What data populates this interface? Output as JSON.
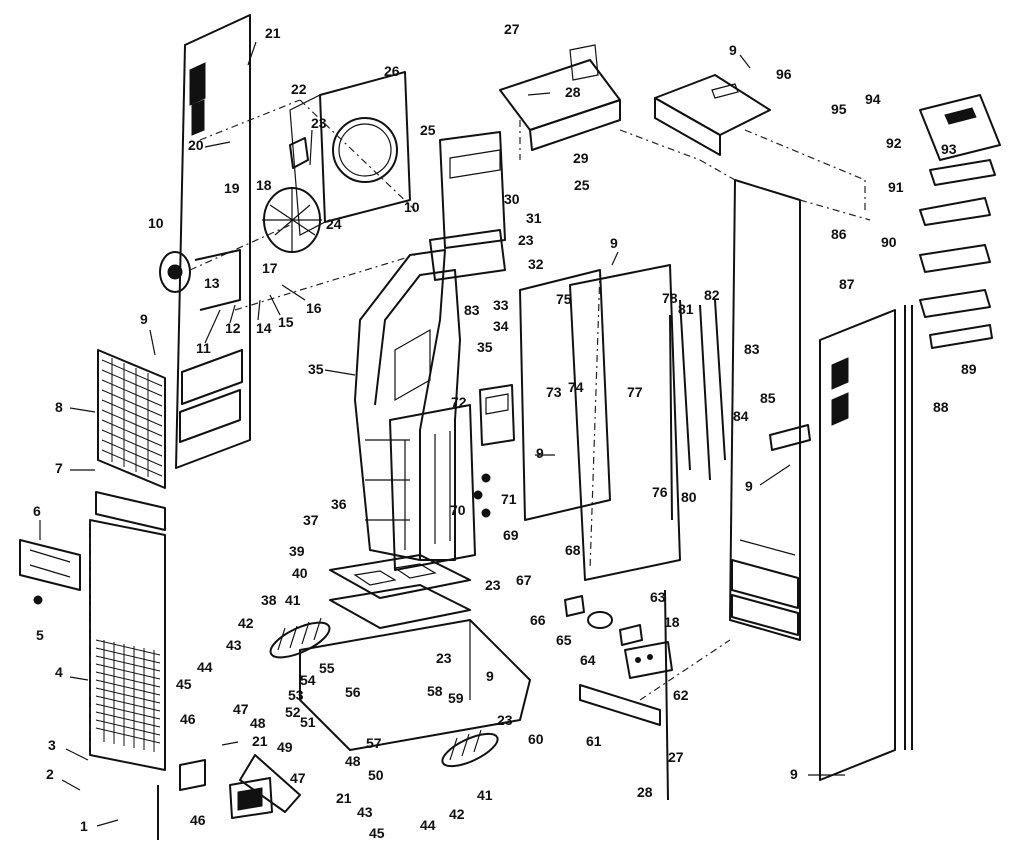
{
  "callouts": [
    {
      "id": "c1",
      "label": "1"
    },
    {
      "id": "c2",
      "label": "2"
    },
    {
      "id": "c3",
      "label": "3"
    },
    {
      "id": "c4",
      "label": "4"
    },
    {
      "id": "c5",
      "label": "5"
    },
    {
      "id": "c6",
      "label": "6"
    },
    {
      "id": "c7",
      "label": "7"
    },
    {
      "id": "c8",
      "label": "8"
    },
    {
      "id": "c9a",
      "label": "9"
    },
    {
      "id": "c9b",
      "label": "9"
    },
    {
      "id": "c9c",
      "label": "9"
    },
    {
      "id": "c9d",
      "label": "9"
    },
    {
      "id": "c9e",
      "label": "9"
    },
    {
      "id": "c9f",
      "label": "9"
    },
    {
      "id": "c9g",
      "label": "9"
    },
    {
      "id": "c10a",
      "label": "10"
    },
    {
      "id": "c10b",
      "label": "10"
    },
    {
      "id": "c11",
      "label": "11"
    },
    {
      "id": "c12",
      "label": "12"
    },
    {
      "id": "c13",
      "label": "13"
    },
    {
      "id": "c14",
      "label": "14"
    },
    {
      "id": "c15",
      "label": "15"
    },
    {
      "id": "c16",
      "label": "16"
    },
    {
      "id": "c17",
      "label": "17"
    },
    {
      "id": "c18a",
      "label": "18"
    },
    {
      "id": "c18b",
      "label": "18"
    },
    {
      "id": "c19",
      "label": "19"
    },
    {
      "id": "c20",
      "label": "20"
    },
    {
      "id": "c21a",
      "label": "21"
    },
    {
      "id": "c21b",
      "label": "21"
    },
    {
      "id": "c21c",
      "label": "21"
    },
    {
      "id": "c22",
      "label": "22"
    },
    {
      "id": "c23a",
      "label": "23"
    },
    {
      "id": "c23b",
      "label": "23"
    },
    {
      "id": "c23c",
      "label": "23"
    },
    {
      "id": "c23d",
      "label": "23"
    },
    {
      "id": "c23e",
      "label": "23"
    },
    {
      "id": "c24",
      "label": "24"
    },
    {
      "id": "c25a",
      "label": "25"
    },
    {
      "id": "c25b",
      "label": "25"
    },
    {
      "id": "c26",
      "label": "26"
    },
    {
      "id": "c27a",
      "label": "27"
    },
    {
      "id": "c27b",
      "label": "27"
    },
    {
      "id": "c28a",
      "label": "28"
    },
    {
      "id": "c28b",
      "label": "28"
    },
    {
      "id": "c29",
      "label": "29"
    },
    {
      "id": "c30",
      "label": "30"
    },
    {
      "id": "c31",
      "label": "31"
    },
    {
      "id": "c32",
      "label": "32"
    },
    {
      "id": "c33",
      "label": "33"
    },
    {
      "id": "c34",
      "label": "34"
    },
    {
      "id": "c35a",
      "label": "35"
    },
    {
      "id": "c35b",
      "label": "35"
    },
    {
      "id": "c36",
      "label": "36"
    },
    {
      "id": "c37",
      "label": "37"
    },
    {
      "id": "c38",
      "label": "38"
    },
    {
      "id": "c39",
      "label": "39"
    },
    {
      "id": "c40",
      "label": "40"
    },
    {
      "id": "c41a",
      "label": "41"
    },
    {
      "id": "c41b",
      "label": "41"
    },
    {
      "id": "c42a",
      "label": "42"
    },
    {
      "id": "c42b",
      "label": "42"
    },
    {
      "id": "c43a",
      "label": "43"
    },
    {
      "id": "c43b",
      "label": "43"
    },
    {
      "id": "c44a",
      "label": "44"
    },
    {
      "id": "c44b",
      "label": "44"
    },
    {
      "id": "c45a",
      "label": "45"
    },
    {
      "id": "c45b",
      "label": "45"
    },
    {
      "id": "c46a",
      "label": "46"
    },
    {
      "id": "c46b",
      "label": "46"
    },
    {
      "id": "c47a",
      "label": "47"
    },
    {
      "id": "c47b",
      "label": "47"
    },
    {
      "id": "c48a",
      "label": "48"
    },
    {
      "id": "c48b",
      "label": "48"
    },
    {
      "id": "c49",
      "label": "49"
    },
    {
      "id": "c50",
      "label": "50"
    },
    {
      "id": "c51",
      "label": "51"
    },
    {
      "id": "c52",
      "label": "52"
    },
    {
      "id": "c53",
      "label": "53"
    },
    {
      "id": "c54",
      "label": "54"
    },
    {
      "id": "c55",
      "label": "55"
    },
    {
      "id": "c56",
      "label": "56"
    },
    {
      "id": "c57",
      "label": "57"
    },
    {
      "id": "c58",
      "label": "58"
    },
    {
      "id": "c59",
      "label": "59"
    },
    {
      "id": "c60",
      "label": "60"
    },
    {
      "id": "c61",
      "label": "61"
    },
    {
      "id": "c62",
      "label": "62"
    },
    {
      "id": "c63",
      "label": "63"
    },
    {
      "id": "c64",
      "label": "64"
    },
    {
      "id": "c65",
      "label": "65"
    },
    {
      "id": "c66",
      "label": "66"
    },
    {
      "id": "c67",
      "label": "67"
    },
    {
      "id": "c68",
      "label": "68"
    },
    {
      "id": "c69",
      "label": "69"
    },
    {
      "id": "c70",
      "label": "70"
    },
    {
      "id": "c71",
      "label": "71"
    },
    {
      "id": "c72",
      "label": "72"
    },
    {
      "id": "c73",
      "label": "73"
    },
    {
      "id": "c74",
      "label": "74"
    },
    {
      "id": "c75",
      "label": "75"
    },
    {
      "id": "c76",
      "label": "76"
    },
    {
      "id": "c77",
      "label": "77"
    },
    {
      "id": "c78",
      "label": "78"
    },
    {
      "id": "c80",
      "label": "80"
    },
    {
      "id": "c81",
      "label": "81"
    },
    {
      "id": "c82",
      "label": "82"
    },
    {
      "id": "c83a",
      "label": "83"
    },
    {
      "id": "c83b",
      "label": "83"
    },
    {
      "id": "c84",
      "label": "84"
    },
    {
      "id": "c85",
      "label": "85"
    },
    {
      "id": "c86",
      "label": "86"
    },
    {
      "id": "c87",
      "label": "87"
    },
    {
      "id": "c88",
      "label": "88"
    },
    {
      "id": "c89",
      "label": "89"
    },
    {
      "id": "c90",
      "label": "90"
    },
    {
      "id": "c91",
      "label": "91"
    },
    {
      "id": "c92",
      "label": "92"
    },
    {
      "id": "c93",
      "label": "93"
    },
    {
      "id": "c94",
      "label": "94"
    },
    {
      "id": "c95",
      "label": "95"
    },
    {
      "id": "c96",
      "label": "96"
    }
  ],
  "colors": {
    "ink": "#111111",
    "paper": "#ffffff"
  }
}
